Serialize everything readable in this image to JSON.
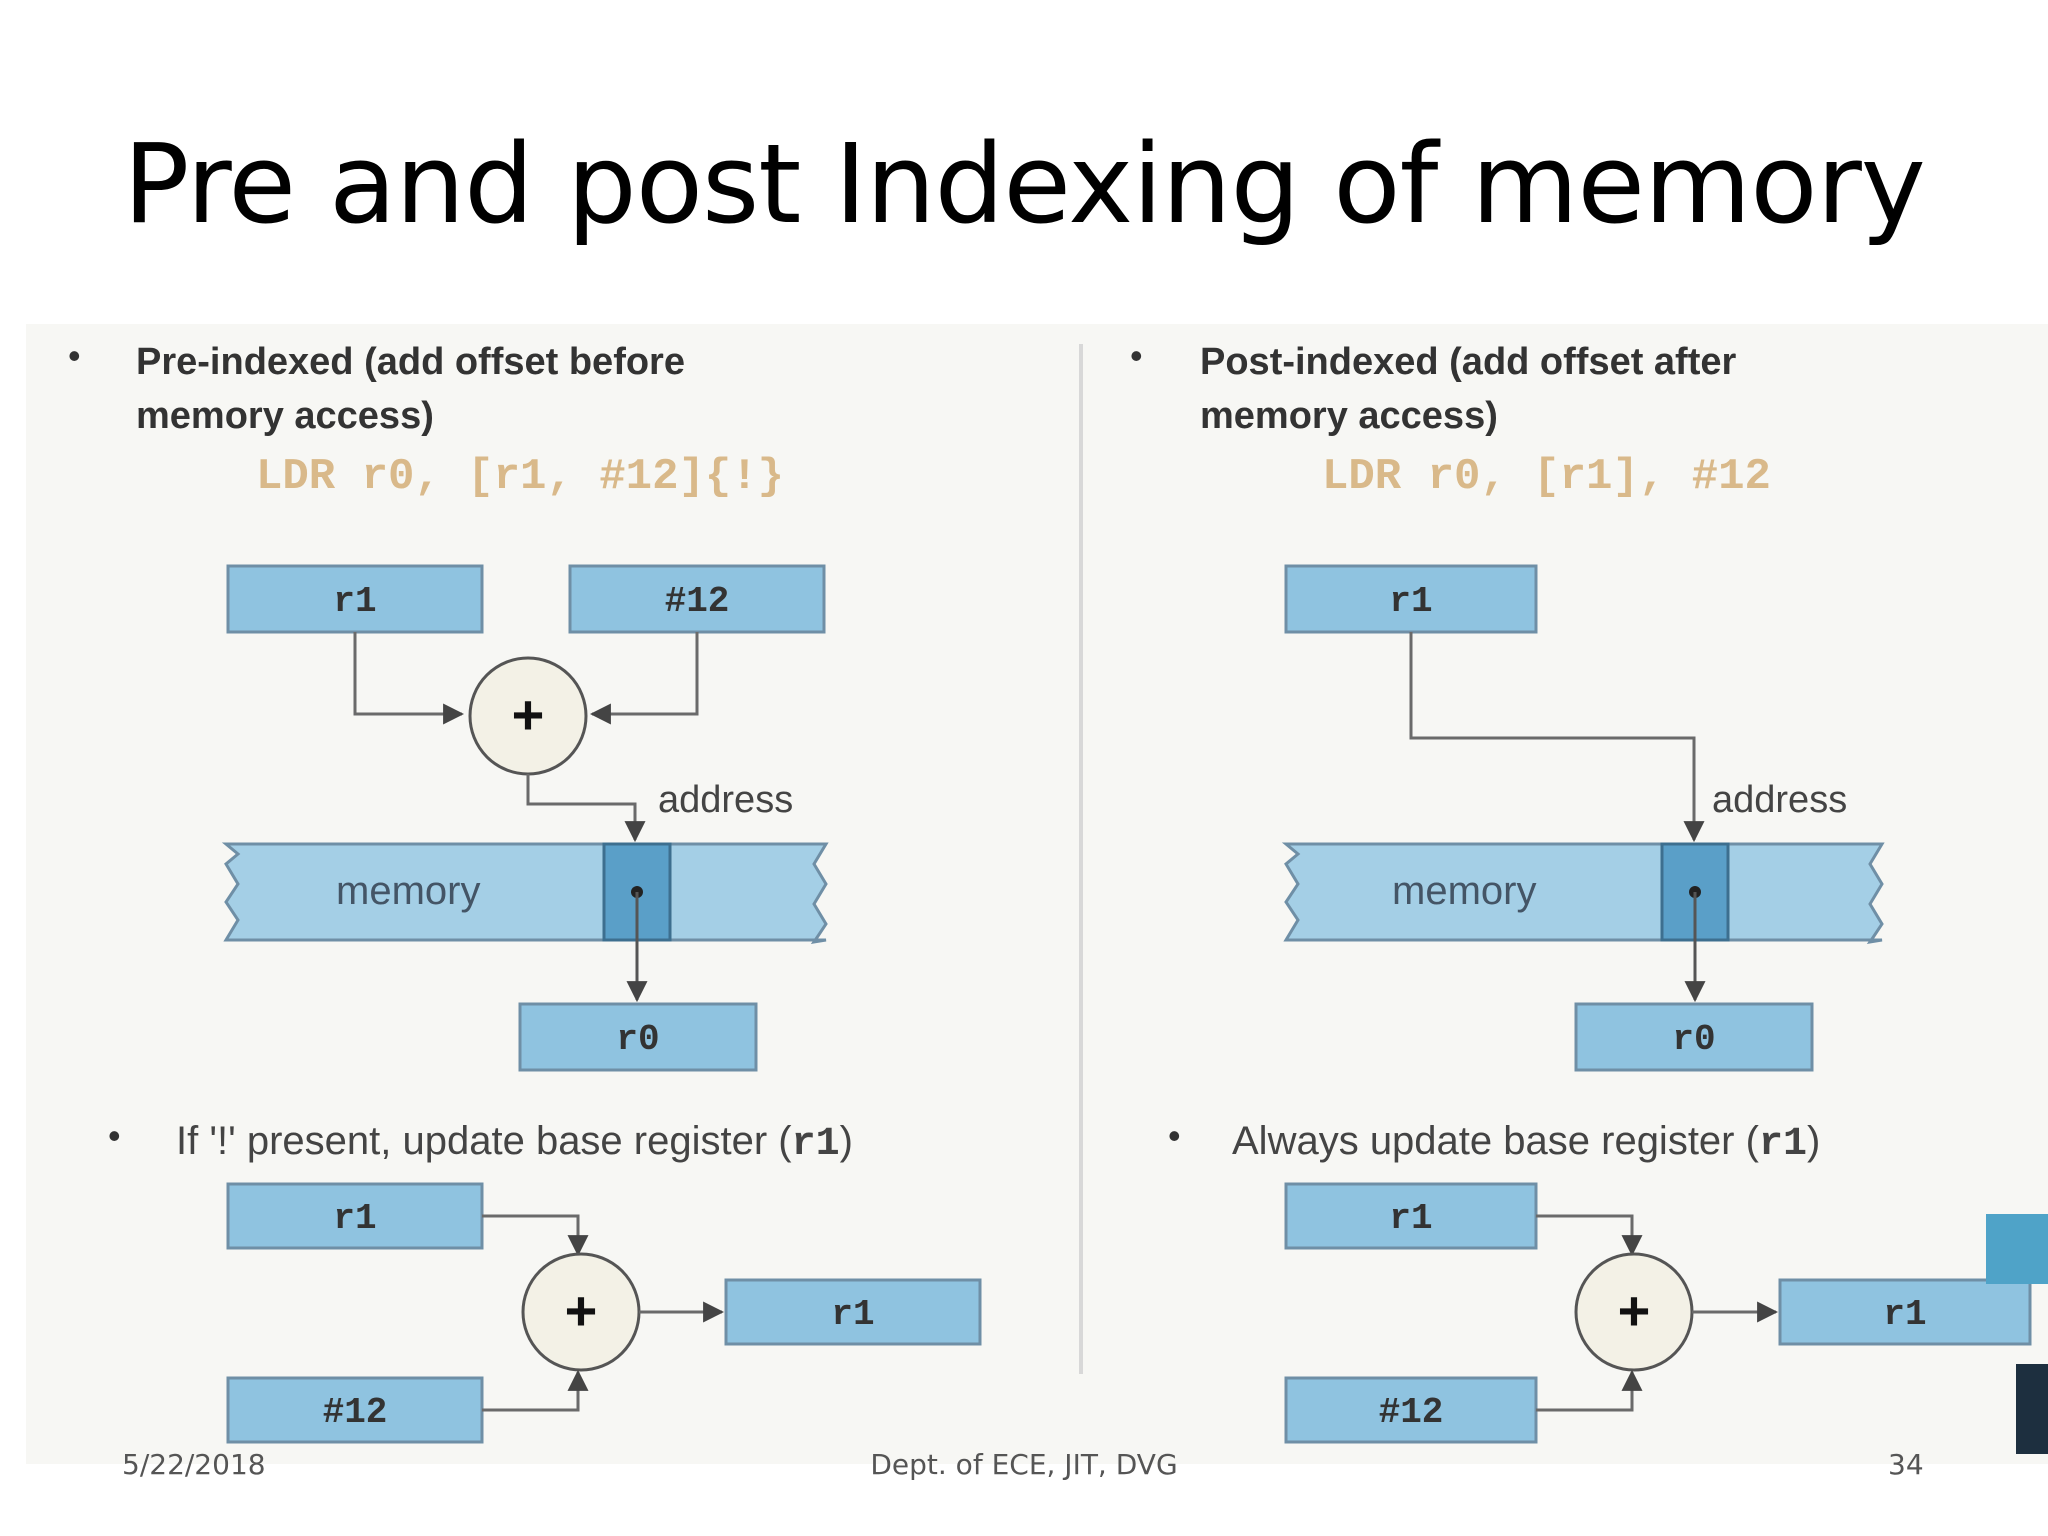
{
  "slide": {
    "title": "Pre and post Indexing of memory",
    "footer": {
      "date": "5/22/2018",
      "dept": "Dept. of ECE, JIT, DVG",
      "page": "34"
    }
  },
  "colors": {
    "box_fill": "#8fc3e0",
    "box_stroke": "#6f8fa6",
    "memory_fill": "#a4cfe6",
    "memory_cell": "#5a9fc8",
    "code_color": "#d9b98a",
    "line": "#6a6a6a"
  },
  "left": {
    "bullet1": "Pre-indexed (add offset before",
    "bullet1b": "memory access)",
    "code": "LDR r0, [r1, #12]{!}",
    "box_r1": "r1",
    "box_imm": "#12",
    "plus": "+",
    "address": "address",
    "memory": "memory",
    "box_r0": "r0",
    "bullet2": "If '!' present, update base register (",
    "bullet2_reg": "r1",
    "bullet2_end": ")",
    "upd_r1": "r1",
    "upd_imm": "#12",
    "upd_out": "r1"
  },
  "right": {
    "bullet1": "Post-indexed (add offset after",
    "bullet1b": "memory access)",
    "code": "LDR r0, [r1], #12",
    "box_r1": "r1",
    "plus": "+",
    "address": "address",
    "memory": "memory",
    "box_r0": "r0",
    "bullet2": "Always update base register (",
    "bullet2_reg": "r1",
    "bullet2_end": ")",
    "upd_r1": "r1",
    "upd_imm": "#12",
    "upd_out": "r1"
  }
}
